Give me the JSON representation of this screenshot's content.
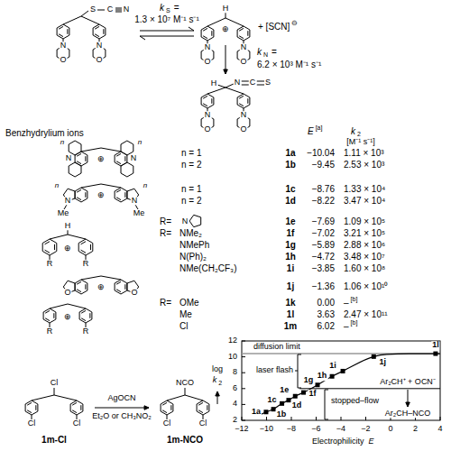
{
  "diagram": {
    "labels": [
      "S",
      "C",
      "N",
      "N",
      "O",
      "N",
      "O",
      "k",
      "S",
      "=",
      "1.3 × 10⁷ M⁻¹ s⁻¹",
      "H",
      "⊕",
      "N",
      "O",
      "N",
      "O",
      "+ [SCN]",
      "⊖",
      "k",
      "N",
      "=",
      "6.2 × 10³ M⁻¹ s⁻¹",
      "H",
      "N",
      "C",
      "S",
      "N",
      "O",
      "N",
      "O",
      "Benzhydrylium ions",
      "E",
      "[a]",
      "k",
      "2",
      "[M⁻¹ s⁻¹]",
      "N",
      "N",
      "⊕",
      "n",
      "n",
      "n = 1",
      "1a",
      "−10.04",
      "1.11 × 10³",
      "n = 2",
      "1b",
      "−9.45",
      "2.53 × 10³",
      "N",
      "Me",
      "N",
      "Me",
      "⊕",
      "n",
      "n",
      "n = 1",
      "1c",
      "−8.76",
      "1.33 × 10⁴",
      "n = 2",
      "1d",
      "−8.22",
      "3.47 × 10⁴",
      "H",
      "⊕",
      "R",
      "R",
      "R=",
      "N",
      "1e",
      "−7.69",
      "1.09 × 10⁵",
      "R=",
      "NMe₂",
      "1f",
      "−7.02",
      "3.21 × 10⁵",
      "NMePh",
      "1g",
      "−5.89",
      "2.88 × 10⁶",
      "N(Ph)₂",
      "1h",
      "−4.72",
      "3.48 × 10⁷",
      "NMe(CH₂CF₃)",
      "1i",
      "−3.85",
      "1.60 × 10⁸",
      "O",
      "O",
      "⊕",
      "1j",
      "−1.36",
      "1.06 × 10¹⁰",
      "⊕",
      "R",
      "R",
      "R=",
      "OMe",
      "1k",
      "0.00",
      "–",
      "[b]",
      "Me",
      "1l",
      "3.63",
      "2.47 × 10¹¹",
      "Cl",
      "1m",
      "6.02",
      "–",
      "[b]",
      "Cl",
      "Cl",
      "Cl",
      "AgOCN",
      "Et₂O or CH₃NO₂",
      "NCO",
      "Cl",
      "Cl",
      "1m-Cl",
      "1m-NCO",
      "12",
      "10",
      "8",
      "6",
      "4",
      "2",
      "−12",
      "−10",
      "−8",
      "−6",
      "−4",
      "−2",
      "0",
      "2",
      "4",
      "log",
      "k",
      "2",
      "Electrophilicity",
      "E",
      "diffusion limit",
      "laser flash",
      "stopped–flow",
      "1a",
      "1b",
      "1c",
      "1d",
      "1e",
      "1f",
      "1g",
      "1h",
      "1i",
      "1j",
      "1l",
      "Ar₂CH⁺ + OCN⁻",
      "Ar₂CH–NCO"
    ]
  }
}
